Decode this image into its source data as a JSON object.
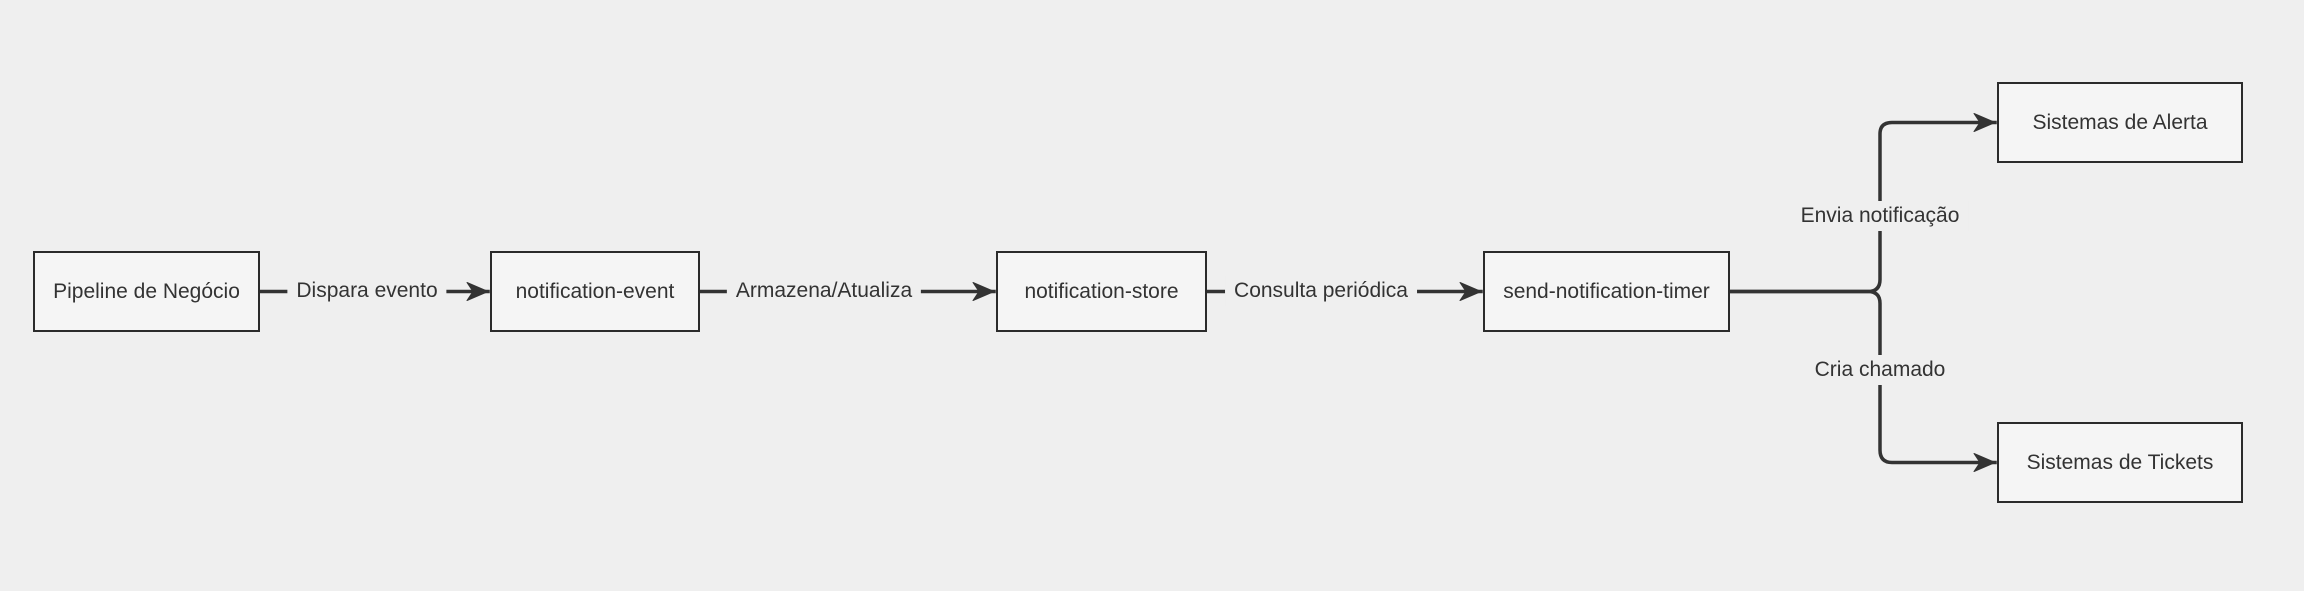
{
  "diagram": {
    "type": "flowchart",
    "direction": "left-to-right",
    "nodes": [
      {
        "id": "pipeline",
        "label": "Pipeline de Negócio"
      },
      {
        "id": "notification-event",
        "label": "notification-event"
      },
      {
        "id": "notification-store",
        "label": "notification-store"
      },
      {
        "id": "send-notification-timer",
        "label": "send-notification-timer"
      },
      {
        "id": "sistemas-de-alerta",
        "label": "Sistemas de Alerta"
      },
      {
        "id": "sistemas-de-tickets",
        "label": "Sistemas de Tickets"
      }
    ],
    "edges": [
      {
        "from": "pipeline",
        "to": "notification-event",
        "label": "Dispara evento"
      },
      {
        "from": "notification-event",
        "to": "notification-store",
        "label": "Armazena/Atualiza"
      },
      {
        "from": "notification-store",
        "to": "send-notification-timer",
        "label": "Consulta periódica"
      },
      {
        "from": "send-notification-timer",
        "to": "sistemas-de-alerta",
        "label": "Envia notificação"
      },
      {
        "from": "send-notification-timer",
        "to": "sistemas-de-tickets",
        "label": "Cria chamado"
      }
    ],
    "colors": {
      "background": "#efefef",
      "node_fill": "#f5f5f5",
      "node_border": "#2b2b2b",
      "text": "#333333",
      "edge": "#333333"
    }
  }
}
